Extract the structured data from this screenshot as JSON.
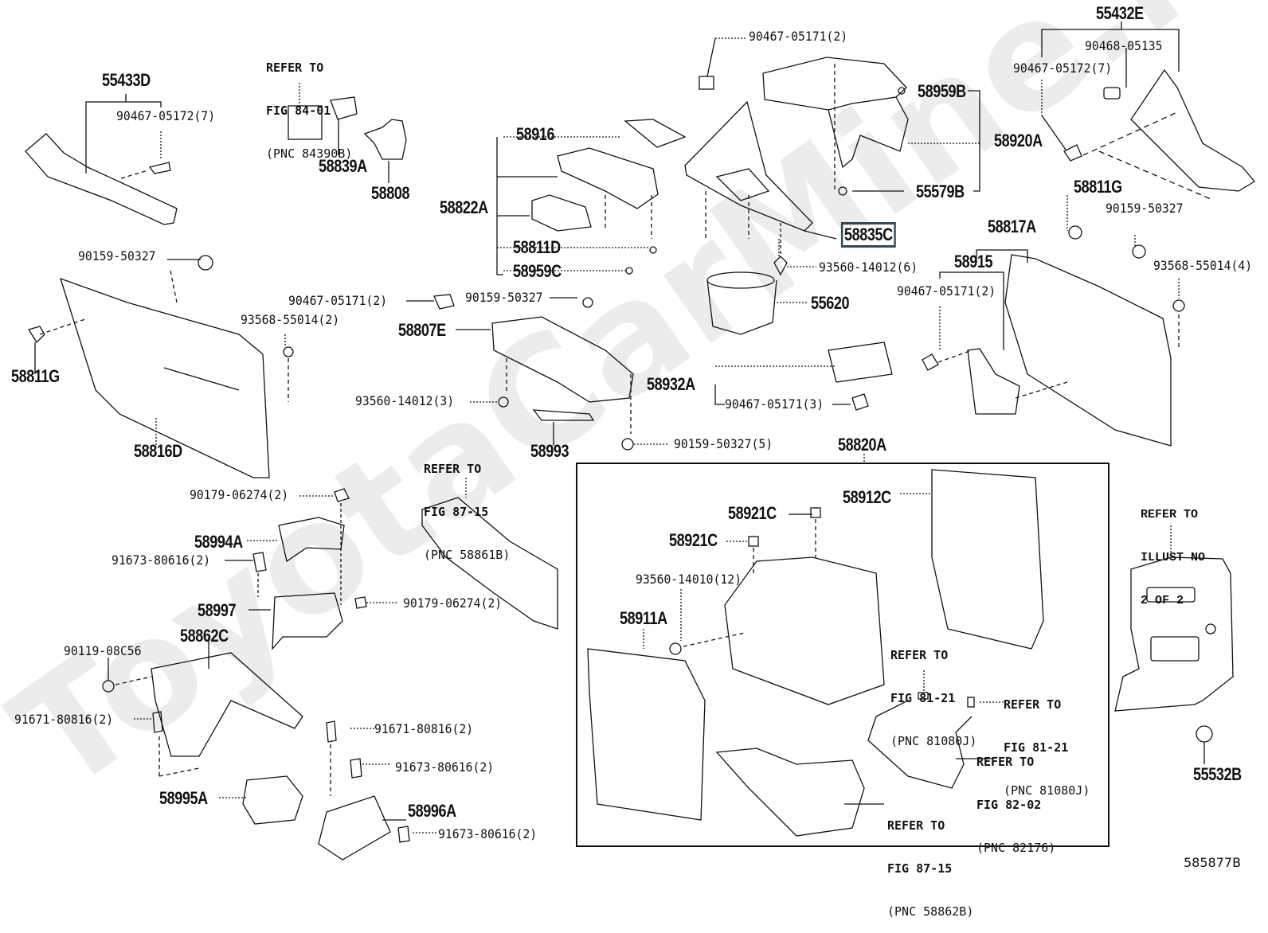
{
  "diagram": {
    "type": "exploded-parts-diagram",
    "watermark": "ToyotaCarMine.ru",
    "figure_id": "585877B",
    "highlighted_part": "58835C",
    "parts": [
      {
        "id": "p55433D",
        "label": "55433D"
      },
      {
        "id": "p90467_05172_7_l",
        "label": "90467-05172(7)"
      },
      {
        "id": "p58839A",
        "label": "58839A"
      },
      {
        "id": "p58808",
        "label": "58808"
      },
      {
        "id": "p58916",
        "label": "58916"
      },
      {
        "id": "p58822A",
        "label": "58822A"
      },
      {
        "id": "p58811D",
        "label": "58811D"
      },
      {
        "id": "p58959C",
        "label": "58959C"
      },
      {
        "id": "p90467_05171_2_t",
        "label": "90467-05171(2)"
      },
      {
        "id": "p58959B",
        "label": "58959B"
      },
      {
        "id": "p58920A",
        "label": "58920A"
      },
      {
        "id": "p55579B",
        "label": "55579B"
      },
      {
        "id": "p58835C",
        "label": "58835C"
      },
      {
        "id": "p55432E",
        "label": "55432E"
      },
      {
        "id": "p90468_05135",
        "label": "90468-05135"
      },
      {
        "id": "p90467_05172_7_r",
        "label": "90467-05172(7)"
      },
      {
        "id": "p58811G_r",
        "label": "58811G"
      },
      {
        "id": "p90159_50327_r",
        "label": "90159-50327"
      },
      {
        "id": "p58817A",
        "label": "58817A"
      },
      {
        "id": "p58915",
        "label": "58915"
      },
      {
        "id": "p93568_55014_4",
        "label": "93568-55014(4)"
      },
      {
        "id": "p90467_05171_2_r",
        "label": "90467-05171(2)"
      },
      {
        "id": "p93560_14012_6",
        "label": "93560-14012(6)"
      },
      {
        "id": "p55620",
        "label": "55620"
      },
      {
        "id": "p90159_50327_l",
        "label": "90159-50327"
      },
      {
        "id": "p58811G_l",
        "label": "58811G"
      },
      {
        "id": "p58816D",
        "label": "58816D"
      },
      {
        "id": "p90467_05171_2_m",
        "label": "90467-05171(2)"
      },
      {
        "id": "p93568_55014_2",
        "label": "93568-55014(2)"
      },
      {
        "id": "p90159_50327_m",
        "label": "90159-50327"
      },
      {
        "id": "p58807E",
        "label": "58807E"
      },
      {
        "id": "p93560_14012_3",
        "label": "93560-14012(3)"
      },
      {
        "id": "p58993",
        "label": "58993"
      },
      {
        "id": "p58932A",
        "label": "58932A"
      },
      {
        "id": "p90467_05171_3",
        "label": "90467-05171(3)"
      },
      {
        "id": "p90159_50327_5",
        "label": "90159-50327(5)"
      },
      {
        "id": "p58820A",
        "label": "58820A"
      },
      {
        "id": "p90179_06274_2_t",
        "label": "90179-06274(2)"
      },
      {
        "id": "p58994A",
        "label": "58994A"
      },
      {
        "id": "p91673_80616_2_a",
        "label": "91673-80616(2)"
      },
      {
        "id": "p58997",
        "label": "58997"
      },
      {
        "id": "p90179_06274_2_b",
        "label": "90179-06274(2)"
      },
      {
        "id": "p58862C",
        "label": "58862C"
      },
      {
        "id": "p90119_08C56",
        "label": "90119-08C56"
      },
      {
        "id": "p91671_80816_2_l",
        "label": "91671-80816(2)"
      },
      {
        "id": "p91671_80816_2_r",
        "label": "91671-80816(2)"
      },
      {
        "id": "p91673_80616_2_b",
        "label": "91673-80616(2)"
      },
      {
        "id": "p58995A",
        "label": "58995A"
      },
      {
        "id": "p58996A",
        "label": "58996A"
      },
      {
        "id": "p91673_80616_2_c",
        "label": "91673-80616(2)"
      },
      {
        "id": "p58912C",
        "label": "58912C"
      },
      {
        "id": "p58921C_a",
        "label": "58921C"
      },
      {
        "id": "p58921C_b",
        "label": "58921C"
      },
      {
        "id": "p93560_14010_12",
        "label": "93560-14010(12)"
      },
      {
        "id": "p58911A",
        "label": "58911A"
      },
      {
        "id": "p55532B",
        "label": "55532B"
      }
    ],
    "references": [
      {
        "id": "r84",
        "lines": [
          "REFER TO",
          "FIG 84-01"
        ],
        "pnc": "(PNC 84390B)"
      },
      {
        "id": "r8715a",
        "lines": [
          "REFER TO",
          "FIG 87-15"
        ],
        "pnc": "(PNC 58861B)"
      },
      {
        "id": "r8121a",
        "lines": [
          "REFER TO",
          "FIG 81-21"
        ],
        "pnc": "(PNC 81080J)"
      },
      {
        "id": "r8121b",
        "lines": [
          "REFER TO",
          "FIG 81-21"
        ],
        "pnc": "(PNC 81080J)"
      },
      {
        "id": "r8202",
        "lines": [
          "REFER TO",
          "FIG 82-02"
        ],
        "pnc": "(PNC 82176)"
      },
      {
        "id": "r8715b",
        "lines": [
          "REFER TO",
          "FIG 87-15"
        ],
        "pnc": "(PNC 58862B)"
      },
      {
        "id": "rillust",
        "lines": [
          "REFER TO",
          "ILLUST NO",
          "2 OF 2"
        ],
        "pnc": ""
      }
    ]
  }
}
